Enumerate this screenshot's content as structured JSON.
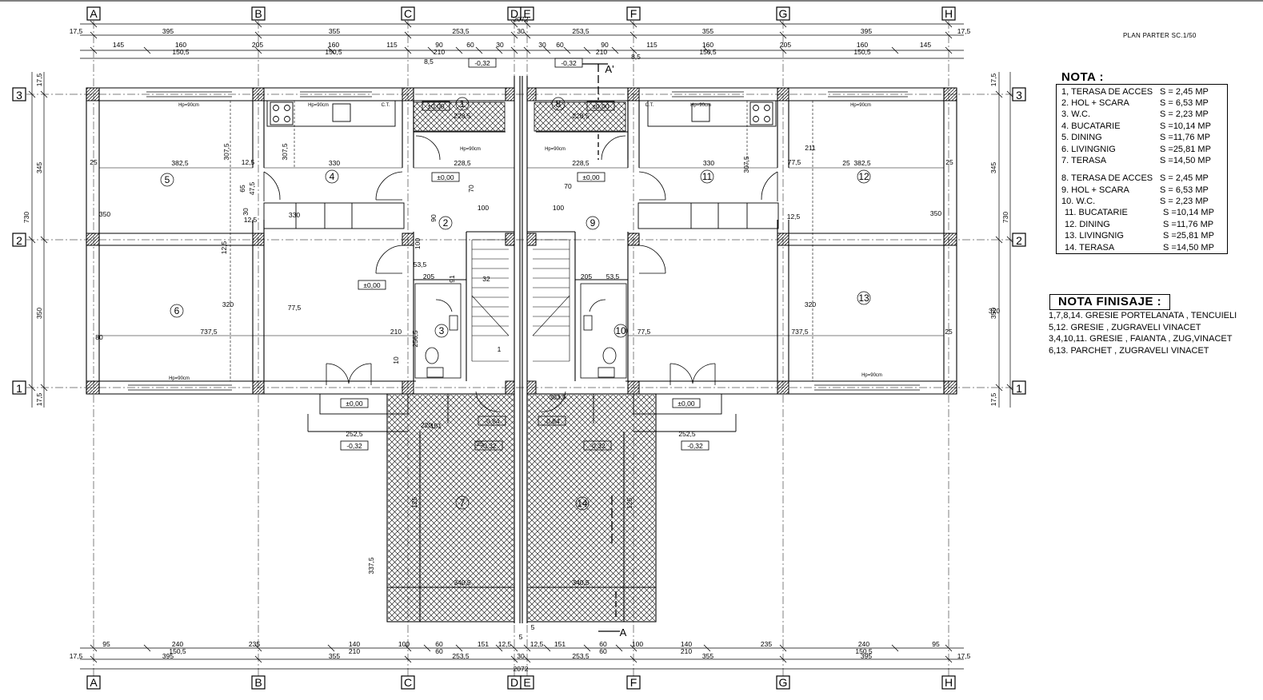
{
  "plan_title": "PLAN PARTER SC.1/50",
  "axes_x": [
    "A",
    "B",
    "C",
    "D",
    "E",
    "F",
    "G",
    "H"
  ],
  "axes_y": [
    "3",
    "2",
    "1"
  ],
  "dims": {
    "top_total": "2072",
    "top_row1": [
      "17,5",
      "395",
      "355",
      "253,5",
      "30",
      "253,5",
      "355",
      "395",
      "17,5"
    ],
    "top_row2": [
      "145",
      "160",
      "150,5",
      "205",
      "160",
      "150,5",
      "115",
      "90",
      "210",
      "60",
      "30",
      "30",
      "60",
      "210",
      "90",
      "115",
      "160",
      "150,5",
      "205",
      "160",
      "150,5",
      "145"
    ],
    "top_small": [
      "8,5",
      "8,5"
    ],
    "bottom_total": "2072",
    "bottom_row1": [
      "17,5",
      "395",
      "355",
      "253,5",
      "30",
      "253,5",
      "355",
      "395",
      "17,5"
    ],
    "bottom_row2": [
      "95",
      "240",
      "150,5",
      "235",
      "140",
      "210",
      "100",
      "60",
      "151",
      "12,5",
      "12,5",
      "151",
      "60",
      "100",
      "140",
      "210",
      "235",
      "240",
      "150,5",
      "95"
    ],
    "bottom_small": [
      "5",
      "60",
      "60",
      "5"
    ],
    "left_v": [
      "17,5",
      "345",
      "730",
      "350",
      "17,5"
    ],
    "right_v": [
      "17,5",
      "345",
      "730",
      "350",
      "17,5"
    ]
  },
  "levels": {
    "zero": "±0,00",
    "minus32": "-0,32",
    "minus84": "-0,84"
  },
  "section_labels": [
    "A'",
    "A"
  ],
  "window_labels": {
    "hp90": "Hp=90cm",
    "ct": "C.T."
  },
  "room_dims": {
    "r5_w": "382,5",
    "r4_w": "330",
    "r4_h": "307,5",
    "r2_w": "228,5",
    "r1_w": "228,5",
    "r11_w": "330",
    "r12_w": "382,5",
    "r9_w": "228,5",
    "r8_w": "228,5",
    "living_w": "737,5",
    "stair_w": "100",
    "misc": [
      "25",
      "12,5",
      "80",
      "210",
      "65",
      "47,5",
      "30",
      "12,5",
      "350",
      "330",
      "320",
      "77,5",
      "211",
      "90",
      "70",
      "53,5",
      "205",
      "91",
      "256,5",
      "100",
      "32",
      "1",
      "10",
      "151",
      "220",
      "303,5",
      "252,5",
      "340,5",
      "337,5",
      "125",
      "12,5"
    ]
  },
  "rooms": [
    "1",
    "2",
    "3",
    "4",
    "5",
    "6",
    "7",
    "8",
    "9",
    "10",
    "11",
    "12",
    "13",
    "14"
  ],
  "nota": {
    "title": "NOTA :",
    "items": [
      {
        "name": "1, TERASA DE ACCES",
        "area": "S = 2,45 MP"
      },
      {
        "name": "2. HOL + SCARA",
        "area": "S = 6,53 MP"
      },
      {
        "name": "3. W.C.",
        "area": "S = 2,23 MP"
      },
      {
        "name": "4. BUCATARIE",
        "area": "S =10,14 MP"
      },
      {
        "name": "5. DINING",
        "area": "S =11,76 MP"
      },
      {
        "name": "6. LIVINGNIG",
        "area": "S =25,81 MP"
      },
      {
        "name": "7. TERASA",
        "area": "S =14,50 MP"
      },
      {
        "name": "8. TERASA DE ACCES",
        "area": "S = 2,45 MP"
      },
      {
        "name": "9. HOL + SCARA",
        "area": "S = 6,53 MP"
      },
      {
        "name": "10. W.C.",
        "area": "S = 2,23 MP"
      },
      {
        "name": "11. BUCATARIE",
        "area": "S =10,14 MP"
      },
      {
        "name": "12. DINING",
        "area": "S =11,76 MP"
      },
      {
        "name": "13. LIVINGNIG",
        "area": "S =25,81 MP"
      },
      {
        "name": "14. TERASA",
        "area": "S =14,50 MP"
      }
    ]
  },
  "finisaje": {
    "title": "NOTA FINISAJE :",
    "lines": [
      "1,7,8,14. GRESIE PORTELANATA , TENCUIELI",
      "5,12. GRESIE , ZUGRAVELI VINACET",
      "3,4,10,11. GRESIE , FAIANTA , ZUG,VINACET",
      "6,13. PARCHET , ZUGRAVELI VINACET"
    ]
  }
}
